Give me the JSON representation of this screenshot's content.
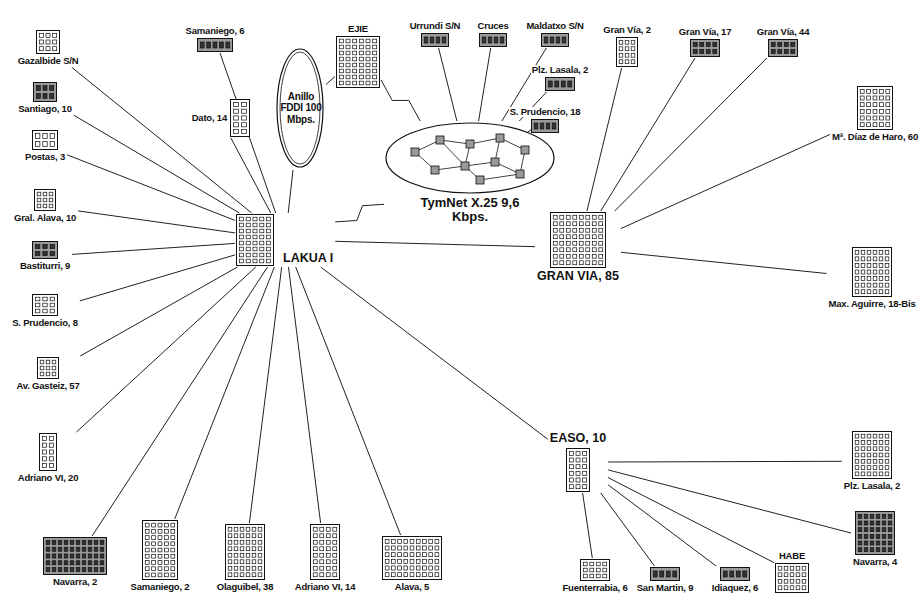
{
  "diagram": {
    "nodes": [
      {
        "text": [
          "Gazalbide S/N"
        ]
      },
      {
        "text": [
          "Santiago, 10"
        ]
      },
      {
        "text": [
          "Postas, 3"
        ]
      },
      {
        "text": [
          "Gral. Alava, 10"
        ]
      },
      {
        "text": [
          "Bastiturri, 9"
        ]
      },
      {
        "text": [
          "S. Prudencio, 8"
        ]
      },
      {
        "text": [
          "Av. Gasteiz, 57"
        ]
      },
      {
        "text": [
          "Adriano VI, 20"
        ]
      },
      {
        "text": [
          "Samaniego, 6"
        ]
      },
      {
        "text": [
          "Dato, 14"
        ]
      },
      {
        "text": [
          "EJIE"
        ]
      },
      {
        "text": [
          "Anillo FDDI 100 Mbps."
        ]
      },
      {
        "text": [
          "LAKUA I"
        ]
      },
      {
        "text": [
          "Urrundi S/N"
        ]
      },
      {
        "text": [
          "Cruces"
        ]
      },
      {
        "text": [
          "Maldatxo S/N"
        ]
      },
      {
        "text": [
          "Plz. Lasala, 2"
        ]
      },
      {
        "text": [
          "S. Prudencio, 18"
        ]
      },
      {
        "text": [
          "TymNet X.25 9,6 Kbps."
        ]
      },
      {
        "text": [
          "Gran Vía, 2"
        ]
      },
      {
        "text": [
          "Gran Vía, 17"
        ]
      },
      {
        "text": [
          "Gran Vía, 44"
        ]
      },
      {
        "text": [
          "Mª. Díaz de Haro, 60"
        ]
      },
      {
        "text": [
          "GRAN VIA, 85"
        ]
      },
      {
        "text": [
          "Max. Aguirre, 18-Bis"
        ]
      },
      {
        "text": [
          "EASO, 10"
        ]
      },
      {
        "text": [
          "Plz. Lasala, 2"
        ]
      },
      {
        "text": [
          "Navarra, 4"
        ]
      },
      {
        "text": [
          "HABE"
        ]
      },
      {
        "text": [
          "Idiaquez, 6"
        ]
      },
      {
        "text": [
          "San Martin, 9"
        ]
      },
      {
        "text": [
          "Fuenterrabia, 6"
        ]
      },
      {
        "text": [
          "Navarra, 2"
        ]
      },
      {
        "text": [
          "Samaniego, 2"
        ]
      },
      {
        "text": [
          "Olaguibel, 38"
        ]
      },
      {
        "text": [
          "Adriano VI, 14"
        ]
      },
      {
        "text": [
          "Alava, 5"
        ]
      }
    ],
    "edges": [
      {
        "from": 12,
        "to": 0,
        "arrow": "none"
      },
      {
        "from": 12,
        "to": 1,
        "arrow": "none"
      },
      {
        "from": 12,
        "to": 2,
        "arrow": "none"
      },
      {
        "from": 12,
        "to": 3,
        "arrow": "none"
      },
      {
        "from": 12,
        "to": 4,
        "arrow": "none"
      },
      {
        "from": 12,
        "to": 5,
        "arrow": "none"
      },
      {
        "from": 12,
        "to": 6,
        "arrow": "none"
      },
      {
        "from": 12,
        "to": 7,
        "arrow": "none"
      },
      {
        "from": 12,
        "to": 8,
        "arrow": "none"
      },
      {
        "from": 12,
        "to": 9,
        "arrow": "none"
      },
      {
        "from": 12,
        "to": 11,
        "arrow": "none"
      },
      {
        "from": 11,
        "to": 10,
        "arrow": "none"
      },
      {
        "from": 12,
        "to": 18,
        "arrow": "none"
      },
      {
        "from": 10,
        "to": 18,
        "arrow": "none"
      },
      {
        "from": 13,
        "to": 18,
        "arrow": "none"
      },
      {
        "from": 14,
        "to": 18,
        "arrow": "none"
      },
      {
        "from": 15,
        "to": 18,
        "arrow": "none"
      },
      {
        "from": 16,
        "to": 18,
        "arrow": "none"
      },
      {
        "from": 17,
        "to": 18,
        "arrow": "none"
      },
      {
        "from": 12,
        "to": 23,
        "arrow": "none"
      },
      {
        "from": 23,
        "to": 19,
        "arrow": "none"
      },
      {
        "from": 23,
        "to": 20,
        "arrow": "none"
      },
      {
        "from": 23,
        "to": 21,
        "arrow": "none"
      },
      {
        "from": 23,
        "to": 22,
        "arrow": "none"
      },
      {
        "from": 23,
        "to": 24,
        "arrow": "none"
      },
      {
        "from": 12,
        "to": 25,
        "arrow": "none"
      },
      {
        "from": 25,
        "to": 26,
        "arrow": "none"
      },
      {
        "from": 25,
        "to": 27,
        "arrow": "none"
      },
      {
        "from": 25,
        "to": 28,
        "arrow": "none"
      },
      {
        "from": 25,
        "to": 29,
        "arrow": "none"
      },
      {
        "from": 25,
        "to": 30,
        "arrow": "none"
      },
      {
        "from": 25,
        "to": 31,
        "arrow": "none"
      },
      {
        "from": 12,
        "to": 32,
        "arrow": "none"
      },
      {
        "from": 12,
        "to": 33,
        "arrow": "none"
      },
      {
        "from": 12,
        "to": 34,
        "arrow": "none"
      },
      {
        "from": 12,
        "to": 35,
        "arrow": "none"
      },
      {
        "from": 12,
        "to": 36,
        "arrow": "none"
      }
    ]
  }
}
